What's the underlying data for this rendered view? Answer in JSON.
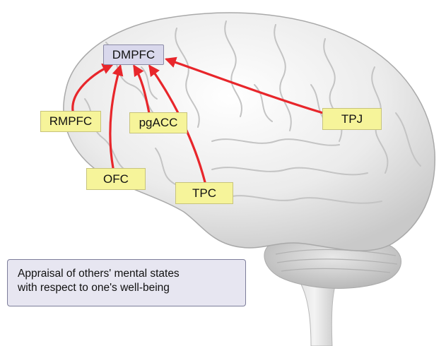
{
  "hub": {
    "label": "DMPFC"
  },
  "regions": [
    {
      "id": "rmpfc",
      "label": "RMPFC"
    },
    {
      "id": "pgacc",
      "label": "pgACC"
    },
    {
      "id": "ofc",
      "label": "OFC"
    },
    {
      "id": "tpc",
      "label": "TPC"
    },
    {
      "id": "tpj",
      "label": "TPJ"
    }
  ],
  "caption": {
    "line1": "Appraisal of others' mental states",
    "line2": "with respect to one's well-being"
  },
  "colors": {
    "arrow": "#e8262b",
    "label_fill": "#f6f49a",
    "hub_fill": "#d9d8ec",
    "caption_fill": "#e7e6f1"
  }
}
